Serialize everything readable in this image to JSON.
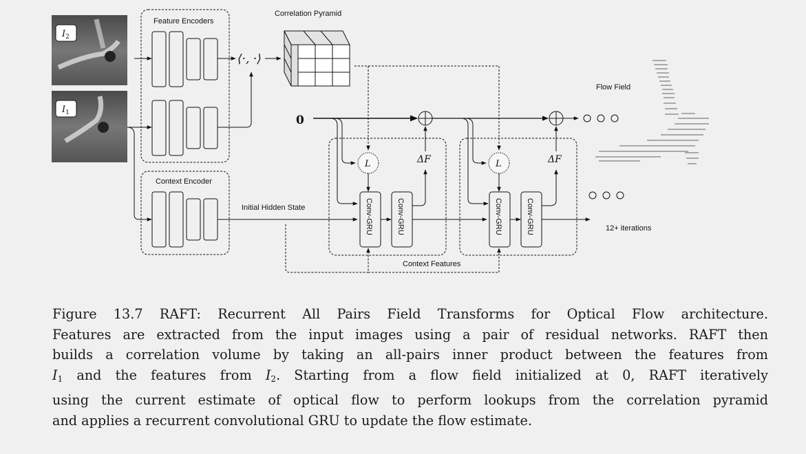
{
  "figure": {
    "inputs": {
      "img2_label": "I",
      "img2_sub": "2",
      "img1_label": "I",
      "img1_sub": "1"
    },
    "feature_encoders_label": "Feature Encoders",
    "context_encoder_label": "Context Encoder",
    "inner_product_symbol": "⟨·, ·⟩",
    "correlation_pyramid_label": "Correlation Pyramid",
    "initial_flow_symbol": "0",
    "initial_hidden_state_label": "Initial Hidden State",
    "lookup_symbol": "L",
    "delta_flow_symbol": "ΔF",
    "gru_label": "Conv-GRU",
    "context_features_label": "Context Features",
    "flow_field_label": "Flow Field",
    "iterations_label": "12+ iterations"
  },
  "caption": {
    "lines": [
      "Figure 13.7 RAFT: Recurrent All Pairs Field Transforms for Optical Flow architecture.",
      "Features are extracted from the input images using a pair of residual networks. RAFT then",
      "builds a correlation volume by taking an all-pairs inner product between the features from",
      "{I1} and the features from {I2}. Starting from a flow field initialized at 0, RAFT iteratively",
      "using the current estimate of optical flow to perform lookups from the correlation pyramid",
      "and applies a recurrent convolutional GRU to update the flow estimate."
    ],
    "line4_parts": {
      "i1_base": "I",
      "i1_sub": "1",
      "middle": " and the features from ",
      "i2_base": "I",
      "i2_sub": "2",
      "rest": ". Starting from a flow field initialized at 0, RAFT iteratively"
    }
  }
}
